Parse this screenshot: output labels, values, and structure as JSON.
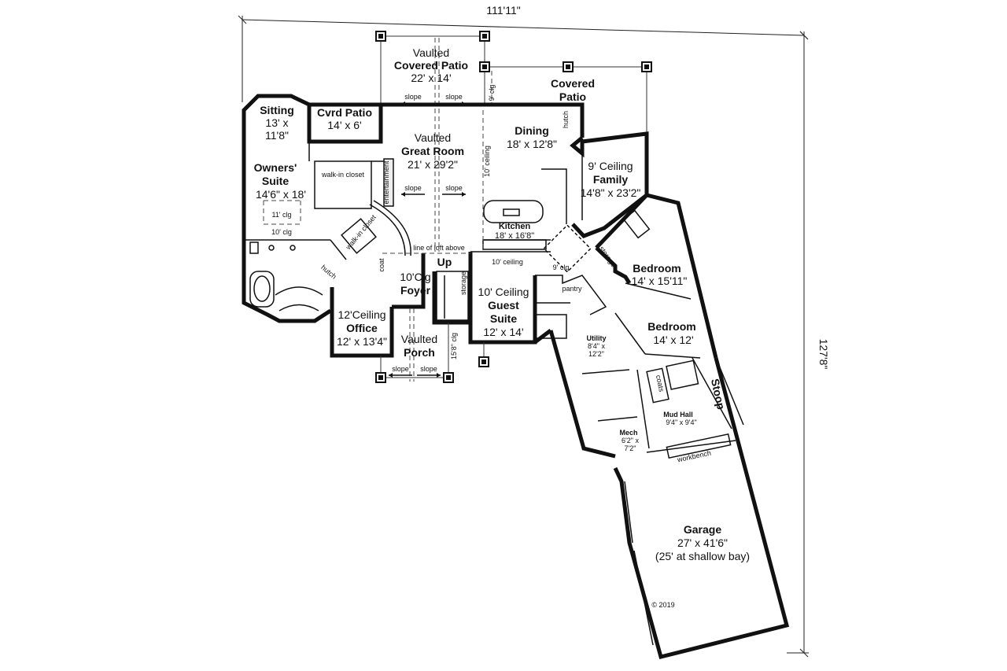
{
  "dimensions": {
    "width": "111'11\"",
    "depth": "127'8\""
  },
  "rooms": {
    "vaulted_covered_patio": {
      "line1": "Vaulted",
      "line2": "Covered Patio",
      "size": "22' x 14'"
    },
    "covered_patio": {
      "line1": "Covered",
      "line2": "Patio"
    },
    "sitting": {
      "name": "Sitting",
      "size1": "13' x",
      "size2": "11'8\""
    },
    "cvrd_patio": {
      "name": "Cvrd Patio",
      "size": "14' x 6'"
    },
    "great_room": {
      "line1": "Vaulted",
      "line2": "Great Room",
      "size": "21' x 29'2\""
    },
    "dining": {
      "name": "Dining",
      "size": "18' x 12'8\""
    },
    "family": {
      "ceiling": "9' Ceiling",
      "name": "Family",
      "size": "14'8\" x 23'2\""
    },
    "owners_suite": {
      "line1": "Owners'",
      "line2": "Suite",
      "size": "14'6\" x 18'",
      "clg_inner": "11' clg",
      "clg_outer": "10' clg"
    },
    "kitchen": {
      "name": "Kitchen",
      "size": "18' x 16'8\""
    },
    "bedroom1": {
      "name": "Bedroom",
      "size": "14' x 15'11\""
    },
    "bedroom2": {
      "name": "Bedroom",
      "size": "14' x 12'"
    },
    "foyer": {
      "ceiling": "10'Clg",
      "name": "Foyer",
      "up": "Up"
    },
    "guest_suite": {
      "ceiling": "10' Ceiling",
      "line1": "Guest",
      "line2": "Suite",
      "size": "12' x 14'"
    },
    "office": {
      "ceiling": "12'Ceiling",
      "name": "Office",
      "size": "12' x 13'4\""
    },
    "porch": {
      "line1": "Vaulted",
      "line2": "Porch"
    },
    "utility": {
      "name": "Utility",
      "size1": "8'4\" x",
      "size2": "12'2\""
    },
    "mud_hall": {
      "name": "Mud Hall",
      "size": "9'4\" x 9'4\""
    },
    "mech": {
      "name": "Mech",
      "size1": "6'2\" x",
      "size2": "7'2\""
    },
    "stoop": {
      "name": "Stoop"
    },
    "garage": {
      "name": "Garage",
      "size": "27' x 41'6\"",
      "note": "(25' at shallow bay)"
    }
  },
  "notes": {
    "slope": "slope",
    "walk_in_closet": "walk-in closet",
    "walk_in_closet2": "walk-in closet",
    "entertainment": "entertainment",
    "line_of_loft": "line of loft above",
    "ten_ceiling_vert": "10' ceiling",
    "ten_ceiling_hall": "10' ceiling",
    "nine_clg": "9' clg",
    "nine_clg2": "9' clg",
    "storage": "storage",
    "storage2": "storage",
    "pantry": "pantry",
    "coat": "coat",
    "coats": "coats",
    "hutch": "hutch",
    "hutch2": "hutch",
    "fifteen_clg": "15'8\" clg",
    "workbench": "workbench",
    "copyright": "© 2019"
  }
}
